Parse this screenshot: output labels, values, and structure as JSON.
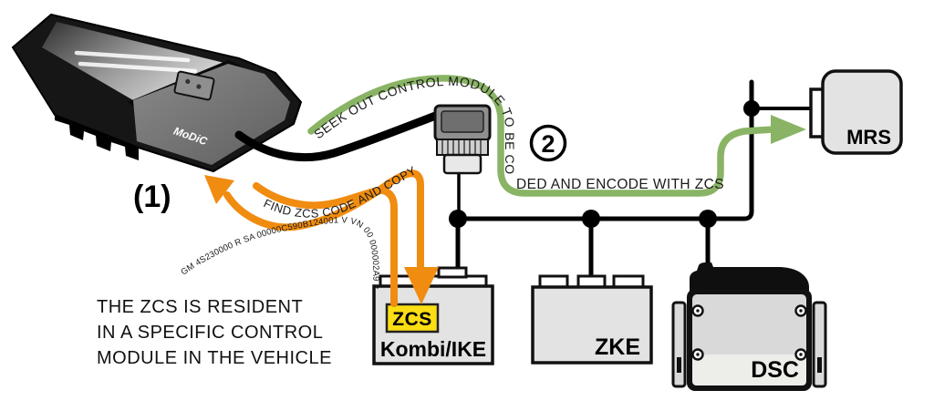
{
  "colors": {
    "green": "#8AB465",
    "orange": "#F08C10",
    "yellow": "#FBDD14",
    "module_fill": "#E3E3E3",
    "wire": "#000000"
  },
  "device": {
    "logo": "MoDiC"
  },
  "steps": {
    "one": "(1)",
    "two": "2"
  },
  "flow": {
    "seek_curved": "SEEK OUT CONTROL MODULE TO BE CO",
    "seek_rest": "DED AND ENCODE WITH ZCS",
    "find": "FIND ZCS CODE AND COPY",
    "zcs_code": "GM 4S230000 R SA 00000C590B124001 V VN 00 000002A9 8"
  },
  "caption": {
    "line1": "THE ZCS IS RESIDENT",
    "line2": "IN A SPECIFIC CONTROL",
    "line3": "MODULE IN THE VEHICLE"
  },
  "modules": {
    "kombi": {
      "label": "Kombi/IKE",
      "tag": "ZCS"
    },
    "zke": {
      "label": "ZKE"
    },
    "dsc": {
      "label": "DSC"
    },
    "mrs": {
      "label": "MRS"
    }
  }
}
